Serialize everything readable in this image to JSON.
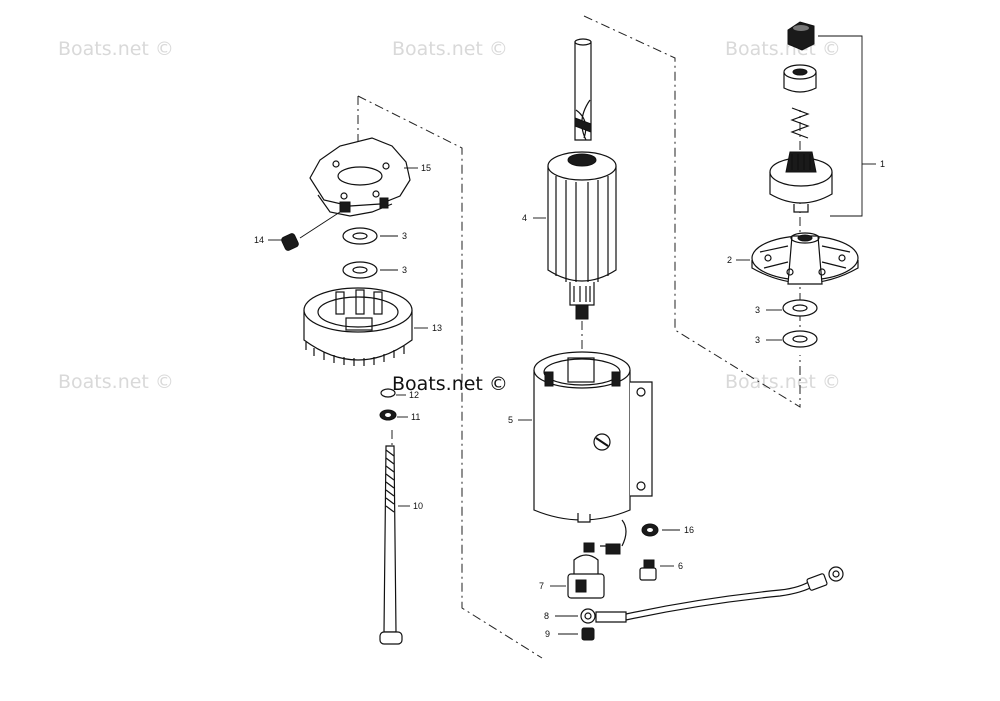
{
  "watermark": "Boats.net ©",
  "callouts": {
    "c1": "1",
    "c2": "2",
    "c3a": "3",
    "c3b": "3",
    "c3c": "3",
    "c3d": "3",
    "c4": "4",
    "c5": "5",
    "c6": "6",
    "c7": "7",
    "c8": "8",
    "c9": "9",
    "c10": "10",
    "c11": "11",
    "c12": "12",
    "c13": "13",
    "c14": "14",
    "c15": "15",
    "c16": "16"
  },
  "colors": {
    "ink": "#111111",
    "watermark": "#d9d9d9",
    "background": "#ffffff"
  }
}
